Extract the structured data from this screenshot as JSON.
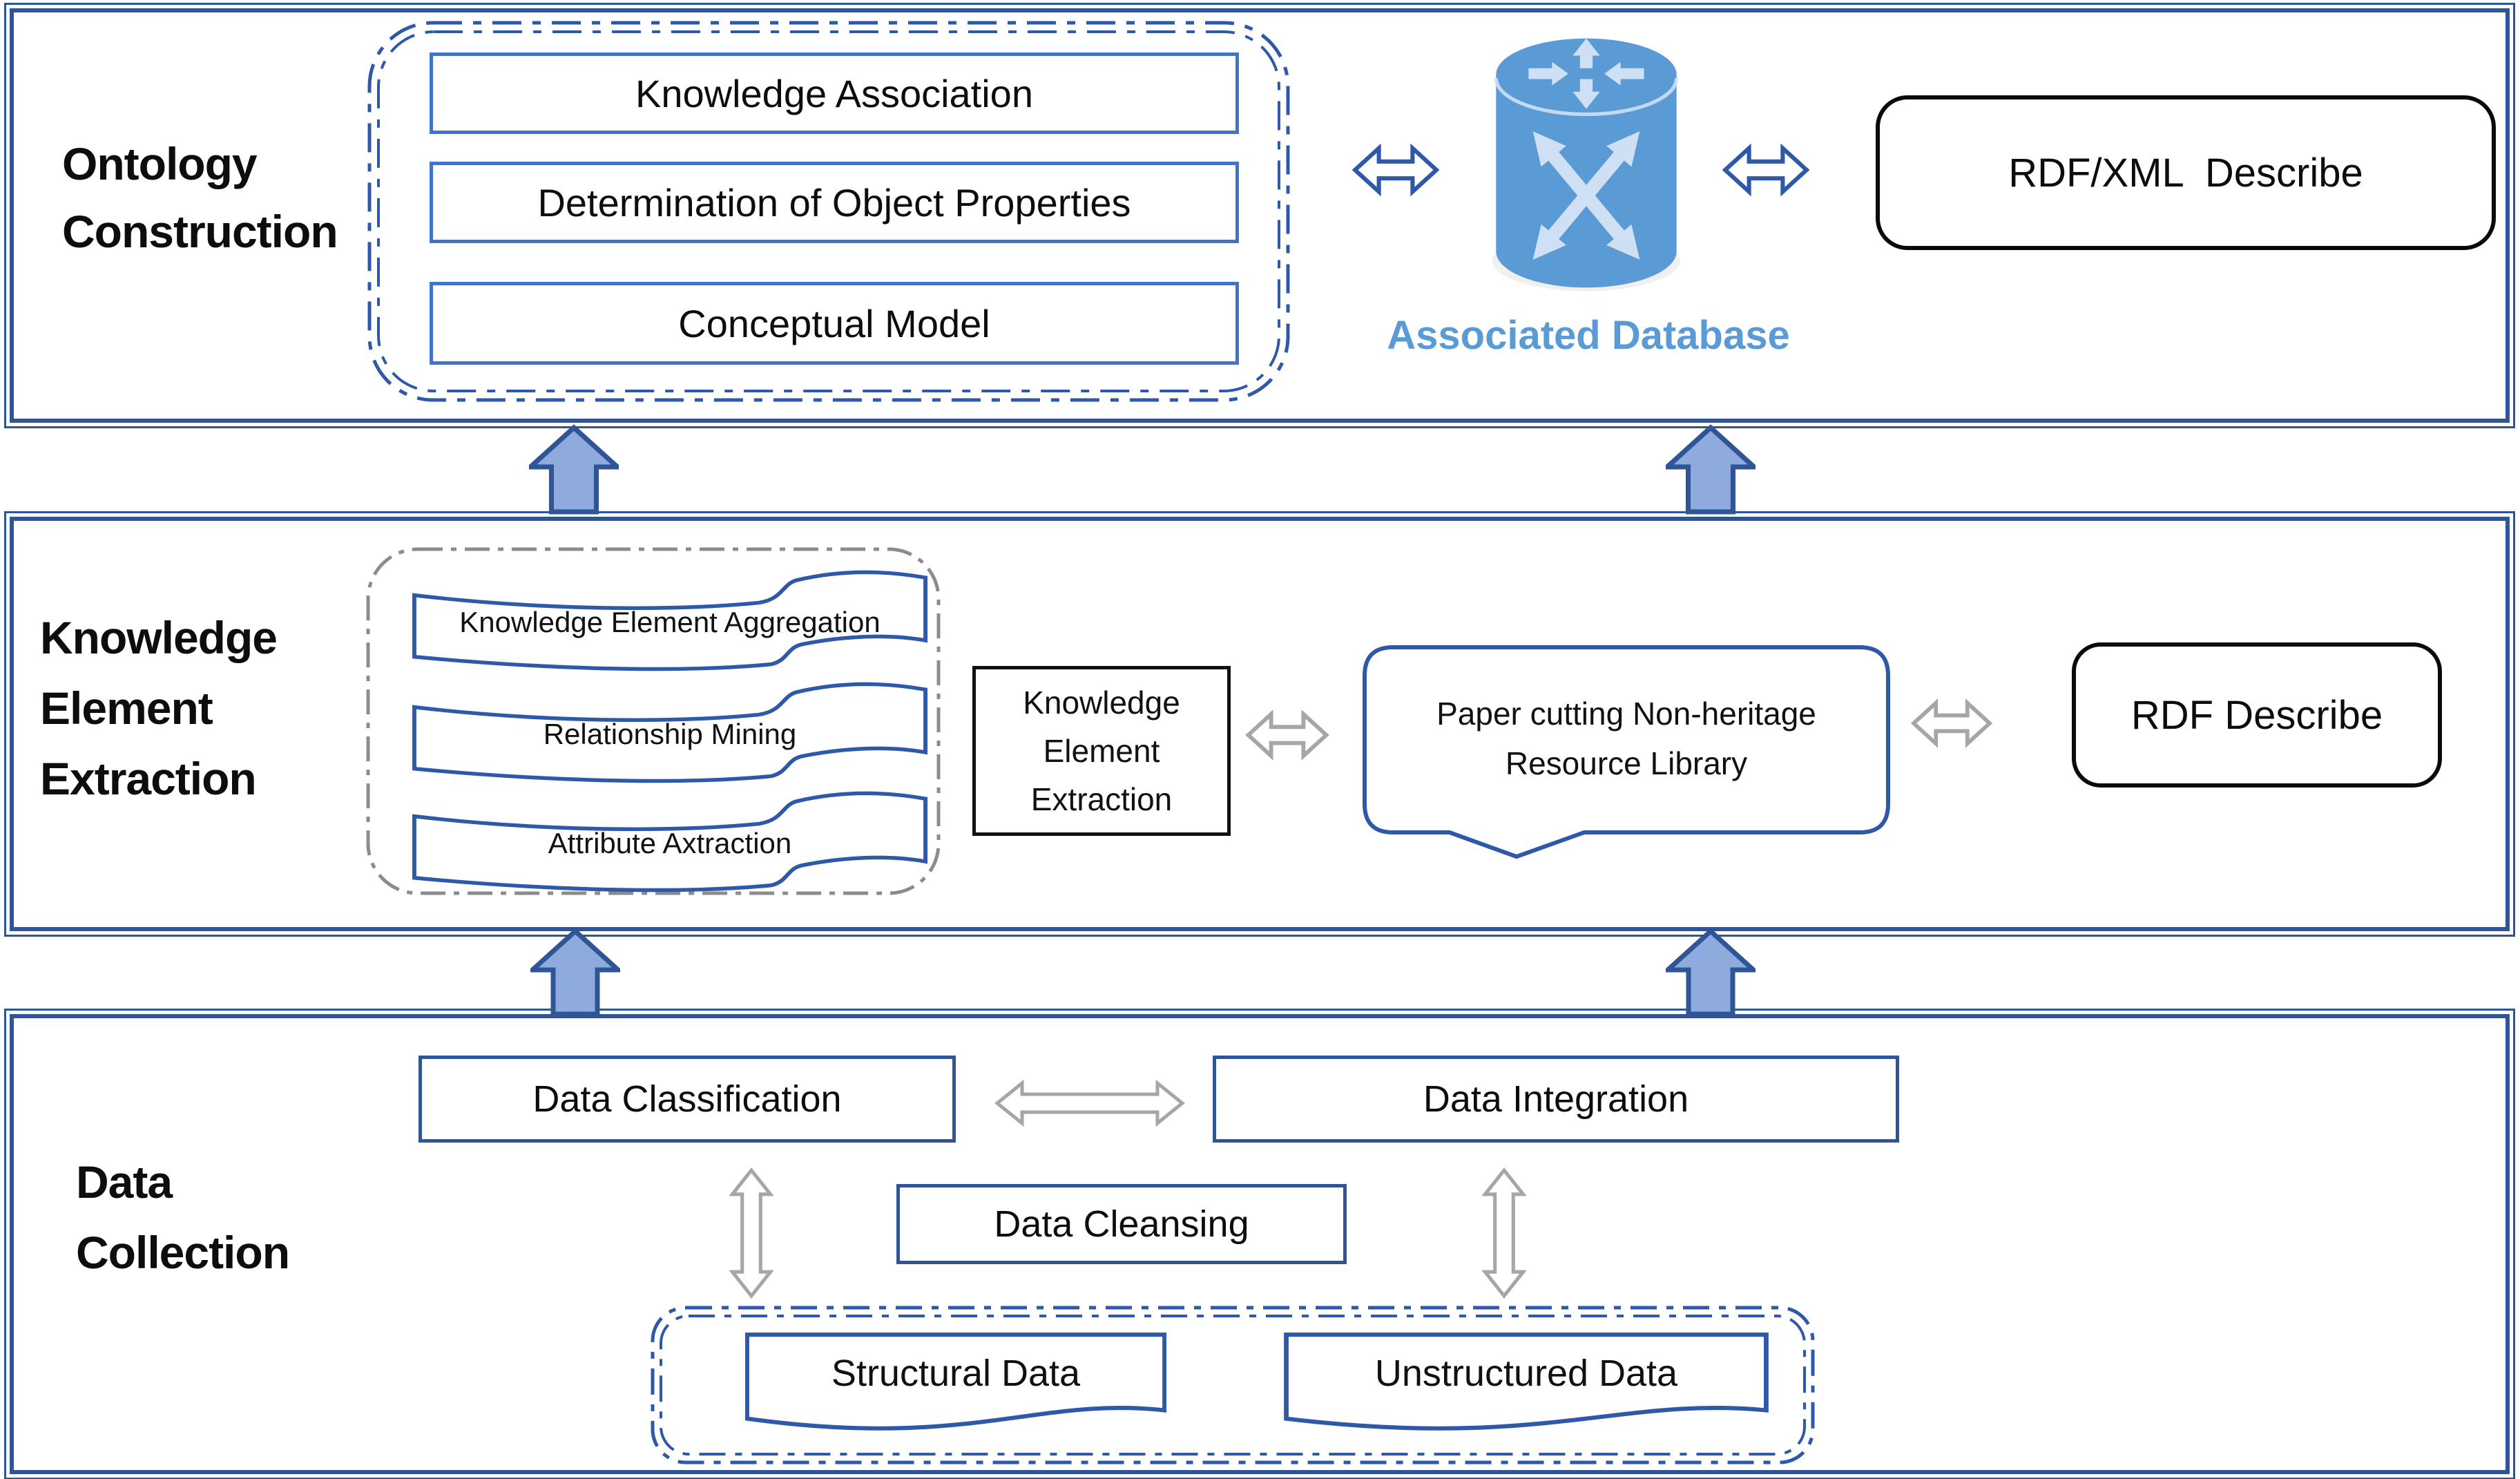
{
  "figure": {
    "type": "layered architecture diagram"
  },
  "colors": {
    "section_border": "#2F5597",
    "box_border": "#4472C4",
    "shape_blue": "#2E58A8",
    "block_arrow_fill": "#8FAADC",
    "gray_arrow": "#A6A6A6",
    "gray_dash": "#8C8C8C",
    "database_blue": "#5B9BD5",
    "database_arrow": "#CFE0F4",
    "database_label_blue": "#5B9BD5"
  },
  "icons": {
    "database": "database-cylinder-icon",
    "block_up_arrow": "block-up-arrow",
    "double_arrow_h": "double-headed-horizontal-arrow",
    "double_arrow_v": "double-headed-vertical-arrow"
  },
  "ontology": {
    "label_lines": [
      "Ontology",
      "Construction"
    ],
    "boxes": [
      "Knowledge Association",
      "Determination of Object Properties",
      "Conceptual Model"
    ],
    "database_label": "Associated Database",
    "rdf_xml_label": "RDF/XML  Describe"
  },
  "knowledge": {
    "label_lines": [
      "Knowledge",
      "Element",
      "Extraction"
    ],
    "wave_boxes": [
      "Knowledge Element Aggregation",
      "Relationship Mining",
      "Attribute Axtraction"
    ],
    "extraction_lines": [
      "Knowledge",
      "Element",
      "Extraction"
    ],
    "bubble_lines": [
      "Paper cutting Non-heritage",
      "Resource Library"
    ],
    "rdf_label": "RDF Describe"
  },
  "data": {
    "label_lines": [
      "Data",
      "Collection"
    ],
    "classification": "Data Classification",
    "integration": "Data Integration",
    "cleansing": "Data Cleansing",
    "structural": "Structural Data",
    "unstructured": "Unstructured Data"
  }
}
